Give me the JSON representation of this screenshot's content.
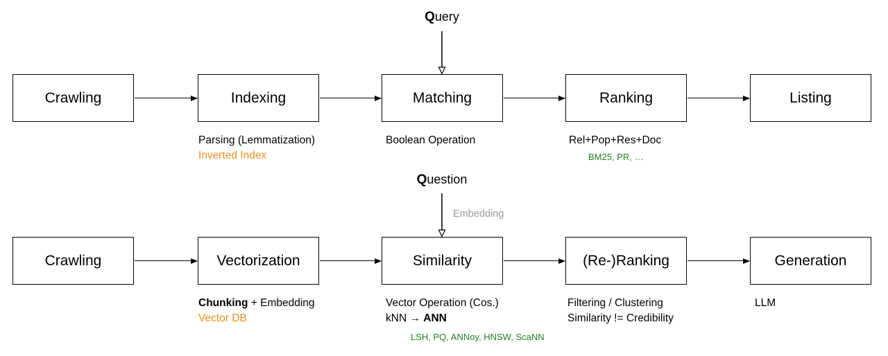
{
  "colors": {
    "orange": "#ee8e1f",
    "green": "#227d22",
    "gray": "#9a9a9a",
    "line": "#000000"
  },
  "row1": {
    "input_bold": "Q",
    "input_rest": "uery",
    "boxes": [
      "Crawling",
      "Indexing",
      "Matching",
      "Ranking",
      "Listing"
    ],
    "notes": {
      "indexing_line1": "Parsing (Lemmatization)",
      "indexing_line2": "Inverted Index",
      "matching_line1": "Boolean Operation",
      "ranking_line1": "Rel+Pop+Res+Doc",
      "ranking_line2": "BM25, PR, …"
    }
  },
  "row2": {
    "input_bold": "Q",
    "input_rest": "uestion",
    "arrow_label": "Embedding",
    "boxes": [
      "Crawling",
      "Vectorization",
      "Similarity",
      "(Re-)Ranking",
      "Generation"
    ],
    "notes": {
      "vectorization_line1_bold": "Chunking",
      "vectorization_line1_rest": " + Embedding",
      "vectorization_line2": "Vector DB",
      "similarity_line1": "Vector Operation (Cos.)",
      "similarity_line2_pre": "kNN → ",
      "similarity_line2_bold": "ANN",
      "similarity_line3": "LSH, PQ, ANNoy, HNSW, ScaNN",
      "reranking_line1": "Filtering / Clustering",
      "reranking_line2": "Similarity != Credibility",
      "generation_line1": "LLM"
    }
  }
}
